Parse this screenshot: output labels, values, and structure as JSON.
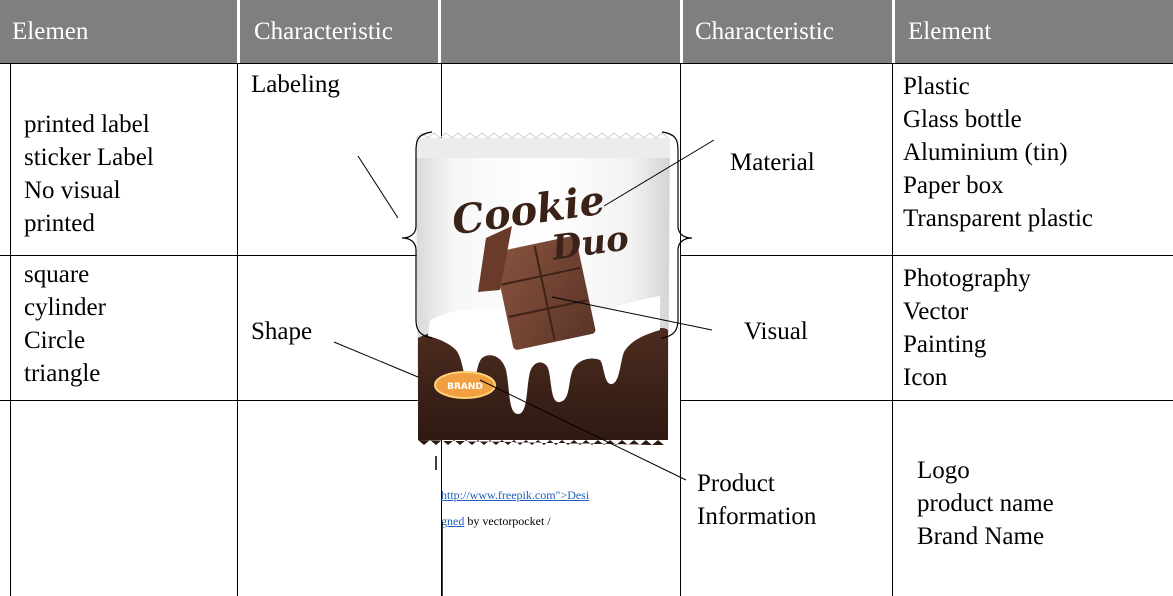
{
  "headers": {
    "left_element": "Elemen",
    "left_characteristic": "Characteristic",
    "center": "",
    "right_characteristic": "Characteristic",
    "right_element": "Element"
  },
  "left": {
    "labeling": {
      "characteristic": "Labeling",
      "elements": [
        "printed label",
        "sticker Label",
        "No visual",
        "printed"
      ]
    },
    "shape": {
      "characteristic": "Shape",
      "elements": [
        "square",
        "cylinder",
        "Circle",
        "triangle"
      ]
    }
  },
  "right": {
    "material": {
      "characteristic": "Material",
      "elements": [
        "Plastic",
        "Glass bottle",
        "Aluminium (tin)",
        "Paper box",
        "Transparent plastic"
      ]
    },
    "visual": {
      "characteristic": "Visual",
      "elements": [
        "Photography",
        "Vector",
        "Painting",
        "Icon"
      ]
    },
    "product_information": {
      "characteristic_line1": "Product",
      "characteristic_line2": "Information",
      "elements": [
        "Logo",
        "product name",
        "Brand Name"
      ]
    }
  },
  "package": {
    "title_line1": "Cookie",
    "title_line2": "Duo",
    "badge": "BRAND"
  },
  "credit": {
    "link_part1": "http://www.freepik.com\">Desi",
    "link_part2": "gned",
    "trailing": " by vectorpocket /"
  },
  "colors": {
    "header_bg": "#7f7f7f",
    "chocolate": "#4a2a1e",
    "milk": "#ffffff",
    "badge": "#f0a040",
    "link": "#1f5fbf"
  }
}
